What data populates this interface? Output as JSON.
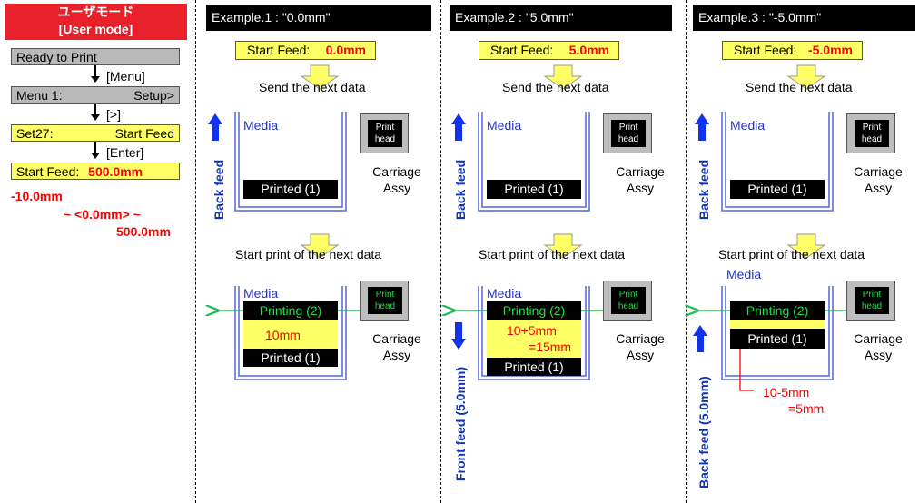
{
  "mode_header": {
    "line1": "ユーザモード",
    "line2": "[User mode]"
  },
  "left_flow": {
    "ready": "Ready to Print",
    "key_menu": "[Menu]",
    "menu1_left": "Menu 1:",
    "menu1_right": "Setup>",
    "key_next": "[>]",
    "set27_left": "Set27:",
    "set27_right": "Start Feed",
    "key_enter": "[Enter]",
    "start_feed_label": "Start Feed:",
    "start_feed_value": "500.0mm",
    "range_min": "-10.0mm",
    "range_default": "~ <0.0mm> ~",
    "range_max": "500.0mm"
  },
  "examples": [
    {
      "header": "Example.1 : \"0.0mm\"",
      "start_feed_label": "Start Feed:",
      "start_feed_value": "0.0mm",
      "send_text": "Send the next data",
      "media": "Media",
      "printed": "Printed (1)",
      "head": "Print head",
      "carriage": "Carriage Assy",
      "feed_label_top": "Back feed",
      "start_print_text": "Start print of the next data",
      "media2": "Media",
      "printing": "Printing (2)",
      "dim": "10mm",
      "printed2": "Printed (1)",
      "head2": "Print head",
      "carriage2": "Carriage Assy"
    },
    {
      "header": "Example.2 : \"5.0mm\"",
      "start_feed_label": "Start Feed:",
      "start_feed_value": "5.0mm",
      "send_text": "Send the next data",
      "media": "Media",
      "printed": "Printed (1)",
      "head": "Print head",
      "carriage": "Carriage Assy",
      "feed_label_top": "Back feed",
      "start_print_text": "Start print of the next data",
      "media2": "Media",
      "printing": "Printing (2)",
      "dim_line1": "10+5mm",
      "dim_line2": "=15mm",
      "printed2": "Printed (1)",
      "head2": "Print head",
      "carriage2": "Carriage Assy",
      "feed_label_bottom": "Front feed (5.0mm)"
    },
    {
      "header": "Example.3 : \"-5.0mm\"",
      "start_feed_label": "Start Feed:",
      "start_feed_value": "-5.0mm",
      "send_text": "Send the next data",
      "media": "Media",
      "printed": "Printed (1)",
      "head": "Print head",
      "carriage": "Carriage Assy",
      "feed_label_top": "Back feed",
      "start_print_text": "Start print of the next data",
      "media2": "Media",
      "printing": "Printing (2)",
      "printed2": "Printed (1)",
      "head2": "Print head",
      "carriage2": "Carriage Assy",
      "dim_line1": "10-5mm",
      "dim_line2": "=5mm",
      "feed_label_bottom": "Back feed (5.0mm)"
    }
  ],
  "colors": {
    "red": "#ff0000",
    "yellow": "#ffff66",
    "blue": "#1133bb",
    "green": "#22bb55",
    "gray": "#b9b9b9"
  }
}
